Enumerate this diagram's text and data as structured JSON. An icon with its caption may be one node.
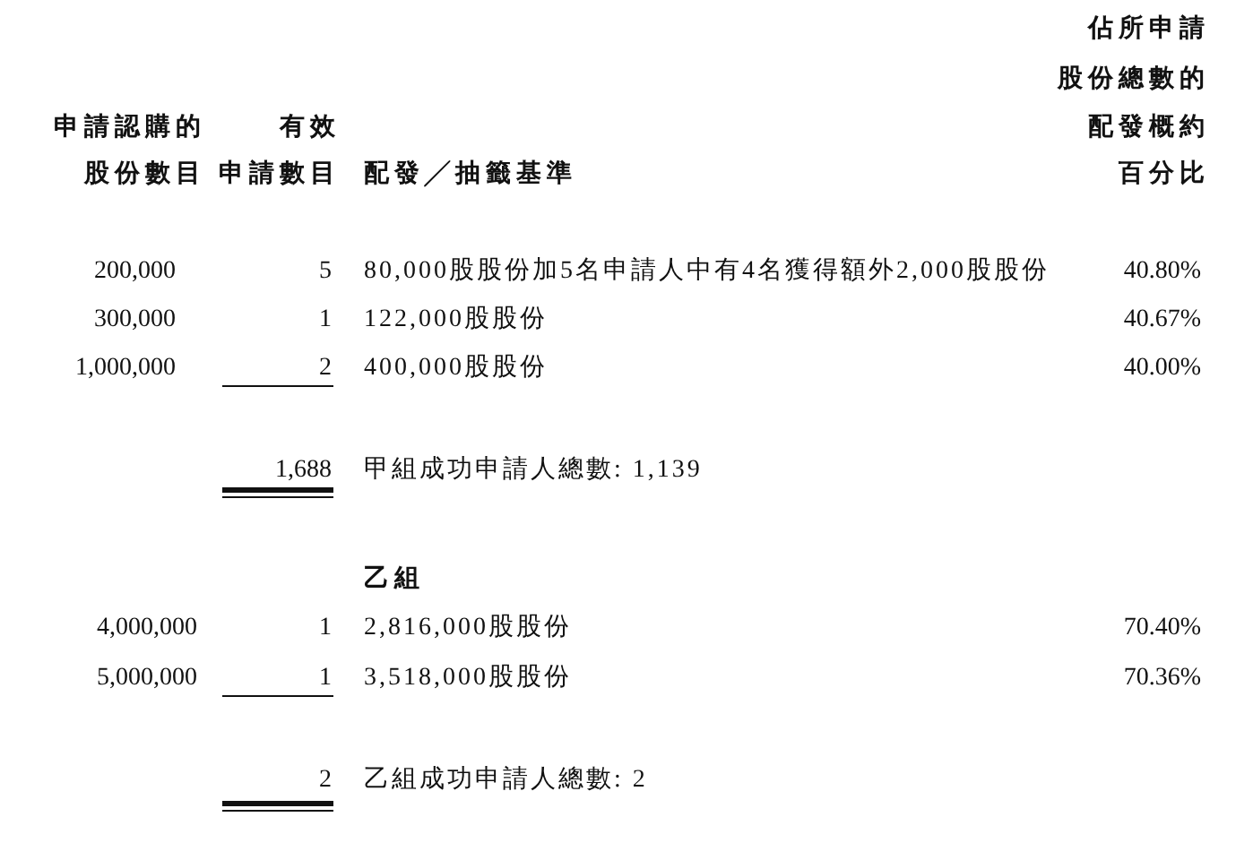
{
  "diagram": {
    "labels": [
      "佔所申請",
      "股份總數的",
      "申請認購的",
      "有效",
      "配發概約",
      "股份數目",
      "申請數目",
      "配發╱抽籤基準",
      "百分比",
      "200,000",
      "5",
      "80,000股股份加5名申請人中有4名獲得額外2,000股股份",
      "40.80%",
      "300,000",
      "1",
      "122,000股股份",
      "40.67%",
      "1,000,000",
      "2",
      "400,000股股份",
      "40.00%",
      "1,688",
      "甲組成功申請人總數: 1,139",
      "乙組",
      "4,000,000",
      "1",
      "2,816,000股股份",
      "70.40%",
      "5,000,000",
      "1",
      "3,518,000股股份",
      "70.36%",
      "2",
      "乙組成功申請人總數: 2"
    ]
  }
}
